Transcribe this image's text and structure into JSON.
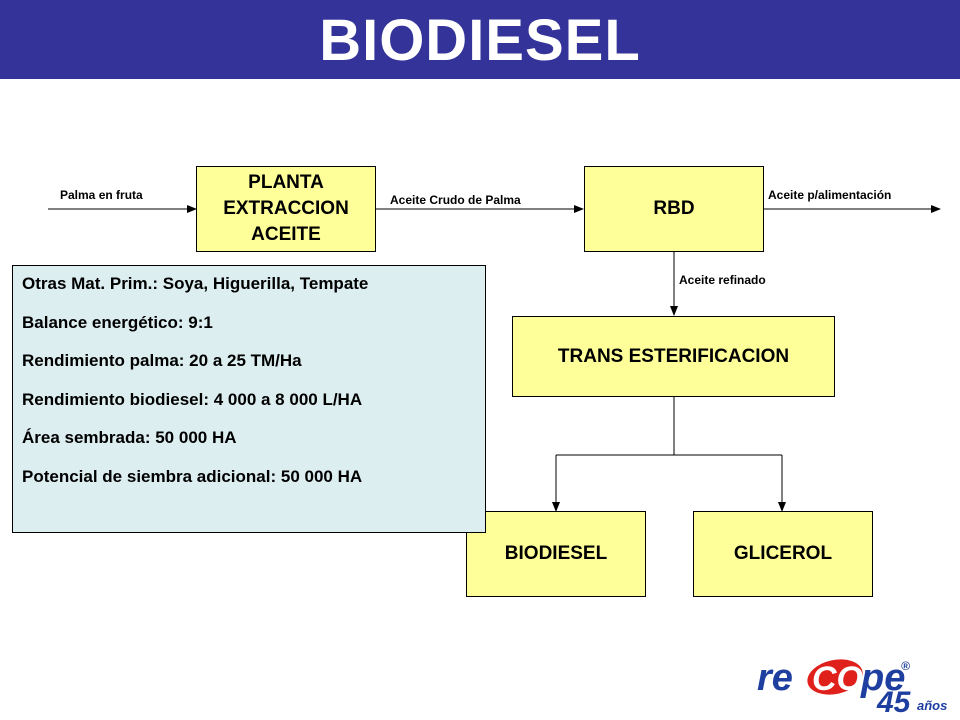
{
  "title": "BIODIESEL",
  "nodes": {
    "planta": "PLANTA\nEXTRACCION\nACEITE",
    "rbd": "RBD",
    "trans": "TRANS ESTERIFICACION",
    "biodiesel": "BIODIESEL",
    "glicerol": "GLICEROL"
  },
  "edges": {
    "palma_fruta": "Palma en fruta",
    "aceite_crudo": "Aceite Crudo de Palma",
    "aceite_alim": "Aceite p/alimentación",
    "aceite_refinado": "Aceite refinado"
  },
  "info_lines": [
    "Otras Mat. Prim.: Soya, Higuerilla, Tempate",
    "Balance energético: 9:1",
    "Rendimiento palma: 20 a 25 TM/Ha",
    "Rendimiento biodiesel: 4 000 a 8 000 L/HA",
    "Área sembrada: 50 000 HA",
    "Potencial de siembra adicional: 50 000 HA"
  ],
  "logo": {
    "brand_re": "re",
    "brand_co": "CO",
    "brand_pe": "pe",
    "registered": "®",
    "years_number": "45",
    "years_word": "años"
  },
  "colors": {
    "title_bar": "#333399",
    "box_fill": "#ffff99",
    "info_fill": "#ddeef0",
    "logo_blue": "#1f3fa0",
    "logo_red": "#e0201b"
  }
}
